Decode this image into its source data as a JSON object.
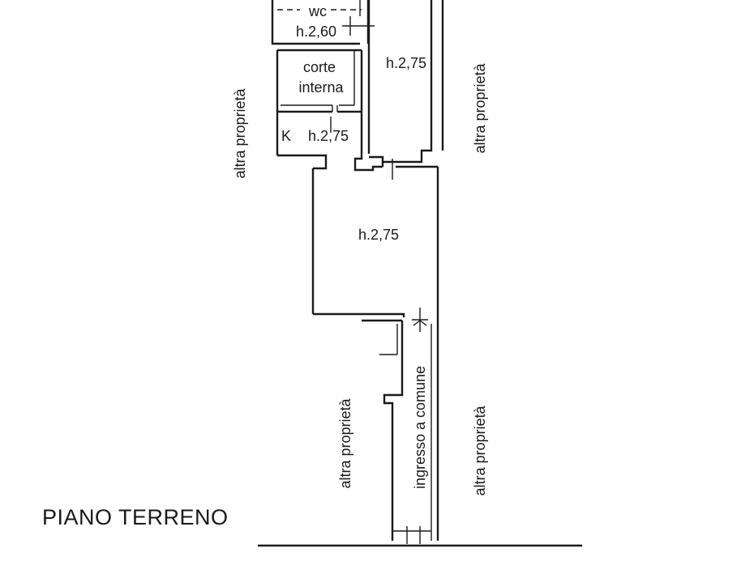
{
  "rooms": {
    "wc": {
      "label": "wc",
      "height": "h.2,60"
    },
    "corte_interna": {
      "line1": "corte",
      "line2": "interna"
    },
    "corridor": {
      "height": "h.2,75"
    },
    "kitchen": {
      "label": "K",
      "height": "h.2,75"
    },
    "main_room": {
      "height": "h.2,75"
    },
    "entrance": {
      "label": "ingresso a comune"
    }
  },
  "neighbors": {
    "upper_left": "altra proprietà",
    "upper_right": "altra proprietà",
    "lower_left": "altra proprietà",
    "lower_right": "altra proprietà"
  },
  "floor_title": "PIANO TERRENO"
}
